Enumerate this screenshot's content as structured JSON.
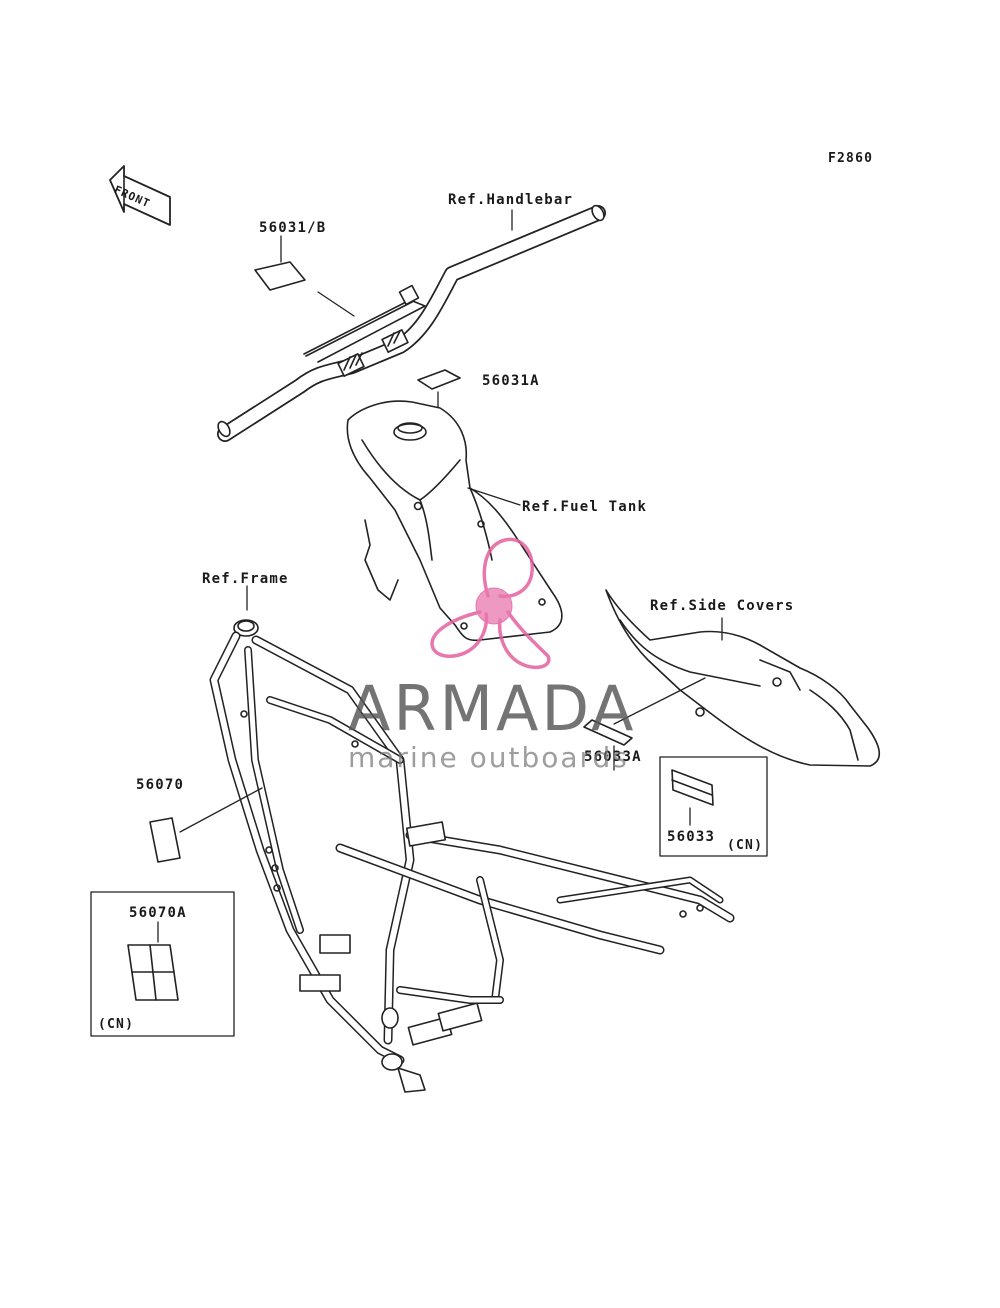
{
  "figure_code": "F2860",
  "front_arrow_text": "FRONT",
  "labels": {
    "ref_handlebar": "Ref.Handlebar",
    "part_56031_b": "56031/B",
    "part_56031a": "56031A",
    "ref_fuel_tank": "Ref.Fuel Tank",
    "ref_frame": "Ref.Frame",
    "ref_side_covers": "Ref.Side Covers",
    "part_56033a": "56033A",
    "part_56033": "56033",
    "cn_56033": "(CN)",
    "part_56070": "56070",
    "part_56070a": "56070A",
    "cn_56070a": "(CN)"
  },
  "watermark": {
    "title": "ARMADA",
    "subtitle": "marine outboards",
    "logo_color": "#e3609f"
  }
}
